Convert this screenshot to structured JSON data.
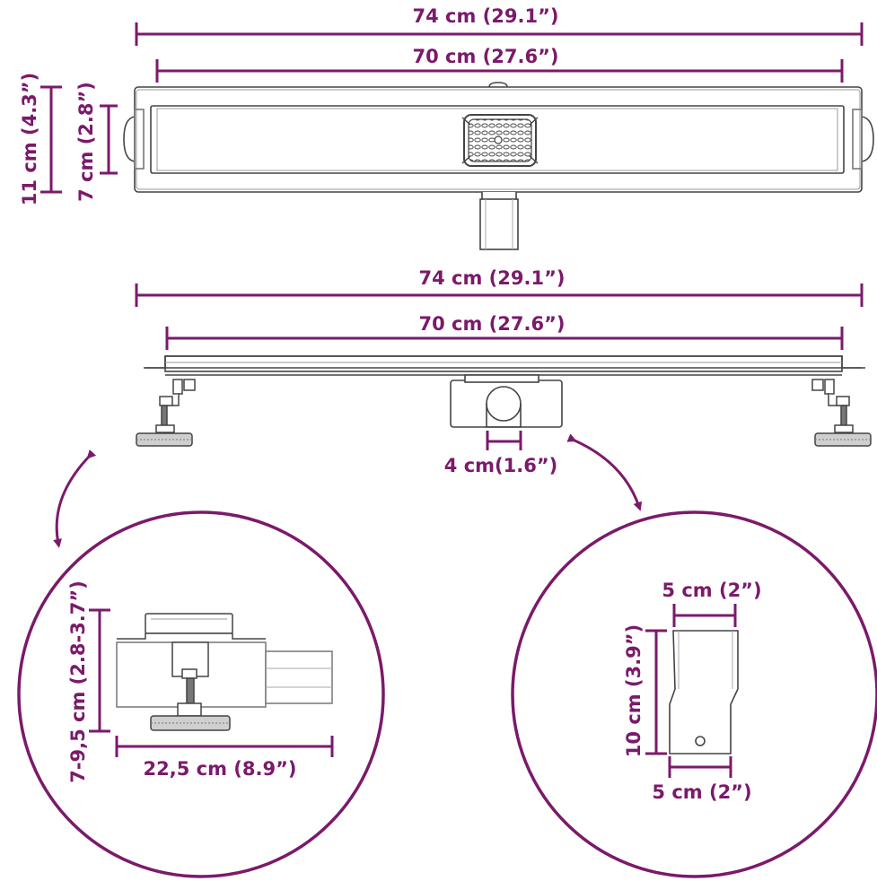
{
  "colors": {
    "accent": "#7b1a6b",
    "line": "#444444",
    "light": "#9a9a9a",
    "background": "#ffffff"
  },
  "top_view": {
    "overall_length": "74 cm (29.1”)",
    "inner_length": "70 cm (27.6”)",
    "overall_width": "11 cm (4.3”)",
    "inner_width": "7 cm (2.8”)"
  },
  "side_view": {
    "overall_length": "74 cm (29.1”)",
    "inner_length": "70 cm (27.6”)",
    "outlet_width": "4 cm(1.6”)"
  },
  "left_detail": {
    "height_range": "7-9,5 cm (2.8-3.7”)",
    "depth": "22,5 cm (8.9”)"
  },
  "right_detail": {
    "top_width": "5 cm (2”)",
    "height": "10 cm (3.9”)",
    "bottom_width": "5 cm (2”)"
  }
}
